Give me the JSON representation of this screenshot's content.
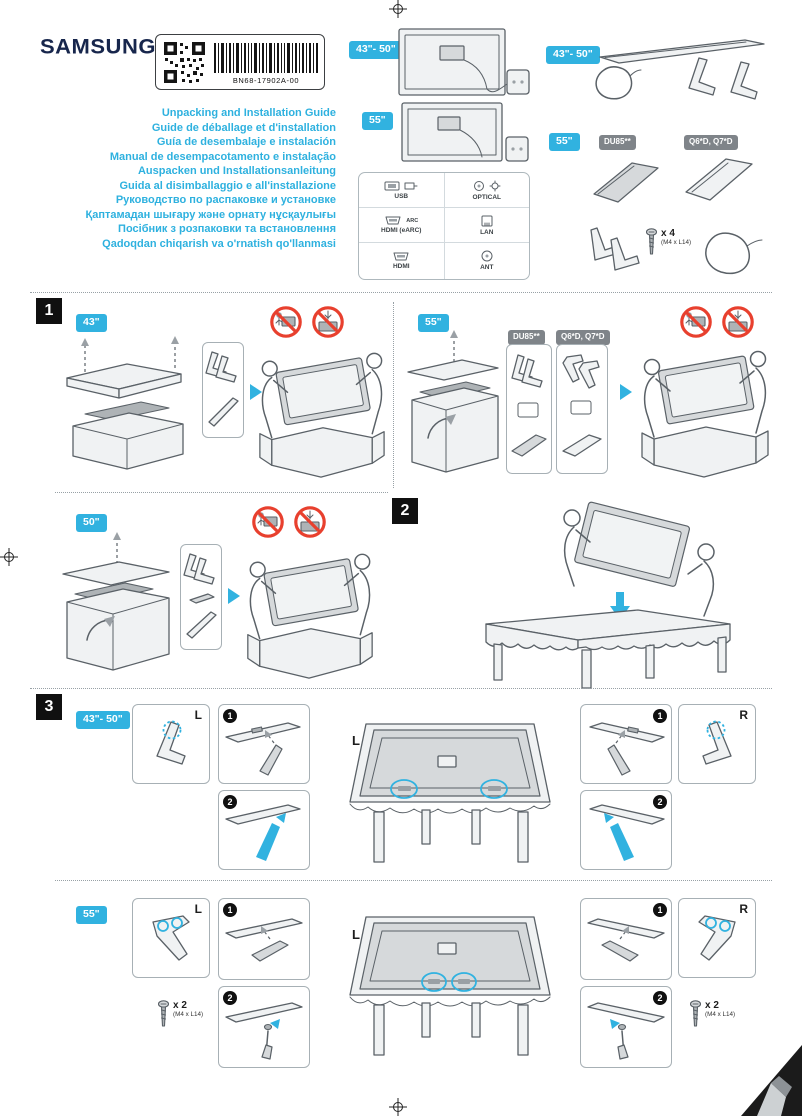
{
  "brand": "SAMSUNG",
  "code": {
    "part_number": "BN68-17902A-00"
  },
  "titles": [
    "Unpacking and Installation Guide",
    "Guide de déballage et d'installation",
    "Guía de desembalaje e instalación",
    "Manual de desempacotamento e instalação",
    "Auspacken und Installationsanleitung",
    "Guida al disimballaggio e all'installazione",
    "Руководство по распаковке и установке",
    "Қаптамадан шығару және орнату нұсқаулығы",
    "Посібник з розпаковки та встановлення",
    "Qadoqdan chiqarish va o'rnatish qo'llanmasi"
  ],
  "labels": {
    "size_43_50": "43\"- 50\"",
    "size_55": "55\"",
    "size_50": "50\"",
    "size_43": "43\"",
    "model_du85": "DU85**",
    "model_q6": "Q6*D, Q7*D",
    "left": "L",
    "right": "R"
  },
  "hardware": {
    "screws_x4": "x 4",
    "screws_x2": "x 2",
    "screw_spec": "(M4 x L14)"
  },
  "sections": {
    "one": "1",
    "two": "2",
    "three": "3"
  },
  "steps": {
    "one": "1",
    "two": "2"
  },
  "ports": {
    "usb": "USB",
    "optical": "OPTICAL",
    "arc": "ARC",
    "hdmi_earc": "HDMI (eARC)",
    "lan": "LAN",
    "hdmi": "HDMI",
    "ant": "ANT"
  },
  "colors": {
    "accent": "#31b2e0",
    "prohibit": "#e8402e",
    "logo": "#17264c"
  }
}
